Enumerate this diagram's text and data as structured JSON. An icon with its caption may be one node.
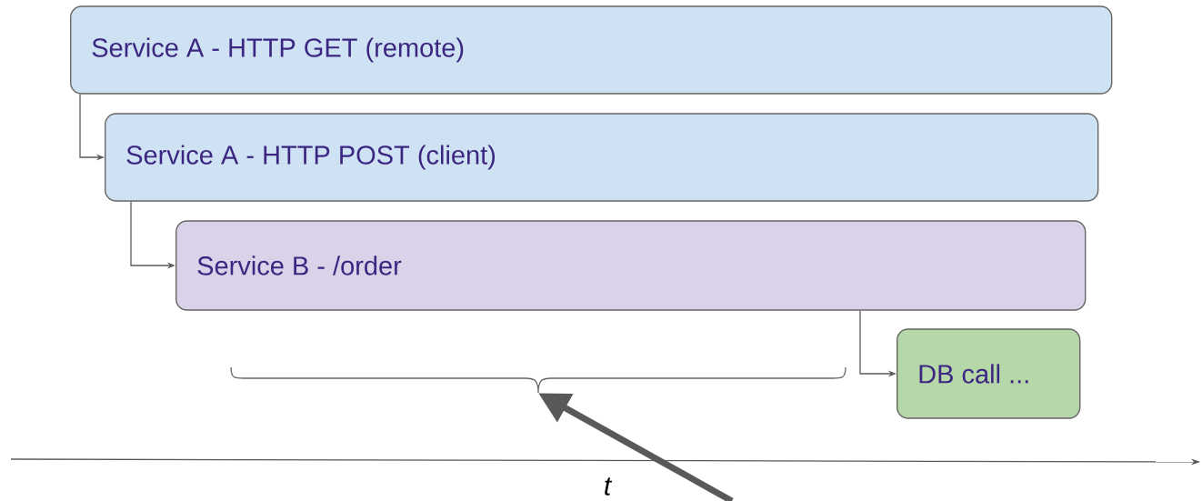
{
  "diagram": {
    "nodes": [
      {
        "text": [
          "Service A - HTTP GET (remote)"
        ]
      },
      {
        "text": [
          "Service A - HTTP POST (client)"
        ]
      },
      {
        "text": [
          "Service B - /order"
        ]
      },
      {
        "text": [
          "DB call ..."
        ]
      },
      {
        "text": [],
        "shape": "brace"
      }
    ],
    "edges": [
      {
        "from": 0,
        "to": 1,
        "arrow": "to"
      },
      {
        "from": 1,
        "to": 2,
        "arrow": "to"
      },
      {
        "from": 2,
        "to": 3,
        "arrow": "to"
      },
      {
        "from": null,
        "to": 4,
        "arrow": "to",
        "style": "thick"
      }
    ],
    "labels": [
      "t"
    ]
  }
}
